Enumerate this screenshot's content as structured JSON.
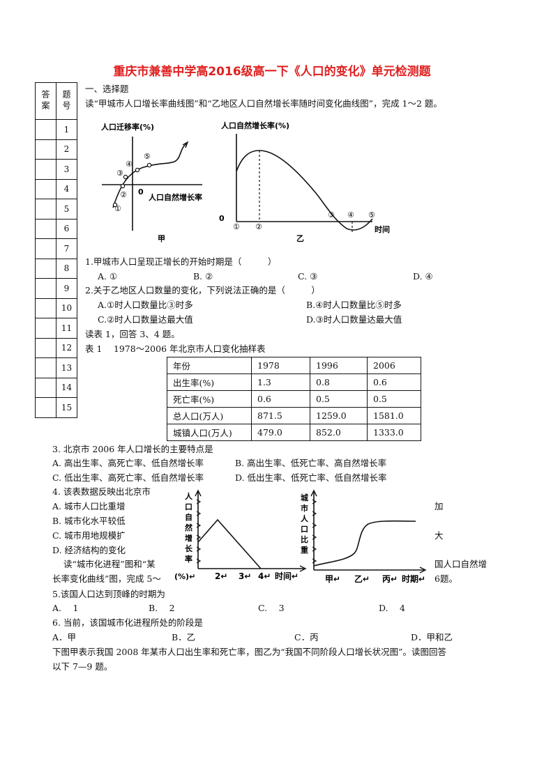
{
  "title": "重庆市兼善中学高2016级高一下《人口的变化》单元检测题",
  "answer_table": {
    "header": [
      "答案",
      "题号"
    ],
    "numbers": [
      "1",
      "2",
      "3",
      "4",
      "5",
      "6",
      "7",
      "8",
      "9",
      "10",
      "11",
      "12",
      "13",
      "14",
      "15"
    ]
  },
  "section1": "一、选择题",
  "intro1": "读“甲城市人口增长率曲线图”和“乙地区人口自然增长率随时间变化曲线图”，完成 1～2 题。",
  "fig_jia": {
    "ylabel": "人口迁移率(%)",
    "xlabel": "人口自然增长率",
    "origin": "0",
    "caption": "甲",
    "points": [
      "①",
      "②",
      "③",
      "④",
      "⑤"
    ]
  },
  "fig_yi": {
    "ylabel": "人口自然增长率(%)",
    "xlabel": "时间",
    "origin": "0",
    "caption": "乙",
    "points": [
      "①",
      "②",
      "③",
      "④",
      "⑤"
    ]
  },
  "q1": {
    "stem": "1.甲城市人口呈现正增长的开始时期是（　　　）",
    "options": [
      "A. ①",
      "B. ②",
      "C. ③",
      "D. ④"
    ]
  },
  "q2": {
    "stem": "2.关于乙地区人口数量的变化，下列说法正确的是（　　　）",
    "options": [
      "A.①时人口数量比③时多",
      "B.④时人口数量比⑤时多",
      "C.②时人口数量达最大值",
      "D.③时人口数量达最大值"
    ]
  },
  "intro2": "读表 1，回答 3、4 题。",
  "table_caption": "表 1　 1978～2006 年北京市人口变化抽样表",
  "data_table": {
    "header": [
      "年份",
      "1978",
      "1996",
      "2006"
    ],
    "rows": [
      [
        "出生率(%)",
        "1.3",
        "0.8",
        "0.6"
      ],
      [
        "死亡率(%)",
        "0.6",
        "0.5",
        "0.5"
      ],
      [
        "总人口(万人)",
        "871.5",
        "1259.0",
        "1581.0"
      ],
      [
        "城镇人口(万人)",
        "479.0",
        "852.0",
        "1333.0"
      ]
    ]
  },
  "q3": {
    "stem": "3. 北京市 2006 年人口增长的主要特点是",
    "options": [
      "A. 高出生率、高死亡率、低自然增长率",
      "B. 高出生率、低死亡率、高自然增长率",
      "C. 低出生率、高死亡率、低自然增长率",
      "D. 低出生率、低死亡率、低自然增长率"
    ]
  },
  "q4": {
    "stem": "4. 该表数据反映出北京市",
    "options": [
      "A. 城市人口比重增",
      "B. 城市化水平较低",
      "C. 城市用地规模扩",
      "D. 经济结构的变化"
    ],
    "right_a": "加",
    "right_c": "大"
  },
  "intro3": {
    "line1_left": "读“城市化进程”图和“某",
    "line1_right": "国人口自然增",
    "line2_left": "长率变化曲线”图，完成 5～",
    "line2_right": "6题。"
  },
  "fig_growth": {
    "ylabel_chars": [
      "人",
      "口",
      "自",
      "然",
      "增",
      "长",
      "率"
    ],
    "unit": "(%)↵",
    "ticks": [
      "2↵",
      "3↵",
      "4↵"
    ],
    "xlabel": "时间↵"
  },
  "fig_urban": {
    "ylabel_chars": [
      "城",
      "市",
      "人",
      "口",
      "比",
      "重"
    ],
    "ticks": [
      "甲↵",
      "乙↵",
      "丙↵"
    ],
    "xlabel": "时期↵"
  },
  "q5": {
    "stem": "5.该国人口达到顶峰的时期为",
    "options": [
      "A.　 1",
      "B.　 2",
      "C.　 3",
      "D.　 4"
    ]
  },
  "q6": {
    "stem": "6. 当前，该国城市化进程所处的阶段是",
    "options": [
      "A．甲",
      "B．乙",
      "C．丙",
      "D．甲和乙"
    ]
  },
  "intro4": {
    "line1": "下图甲表示我国 2008 年某市人口出生率和死亡率，图乙为“我国不同阶段人口增长状况图”。读图回答",
    "line2": "以下 7—9 题。"
  }
}
